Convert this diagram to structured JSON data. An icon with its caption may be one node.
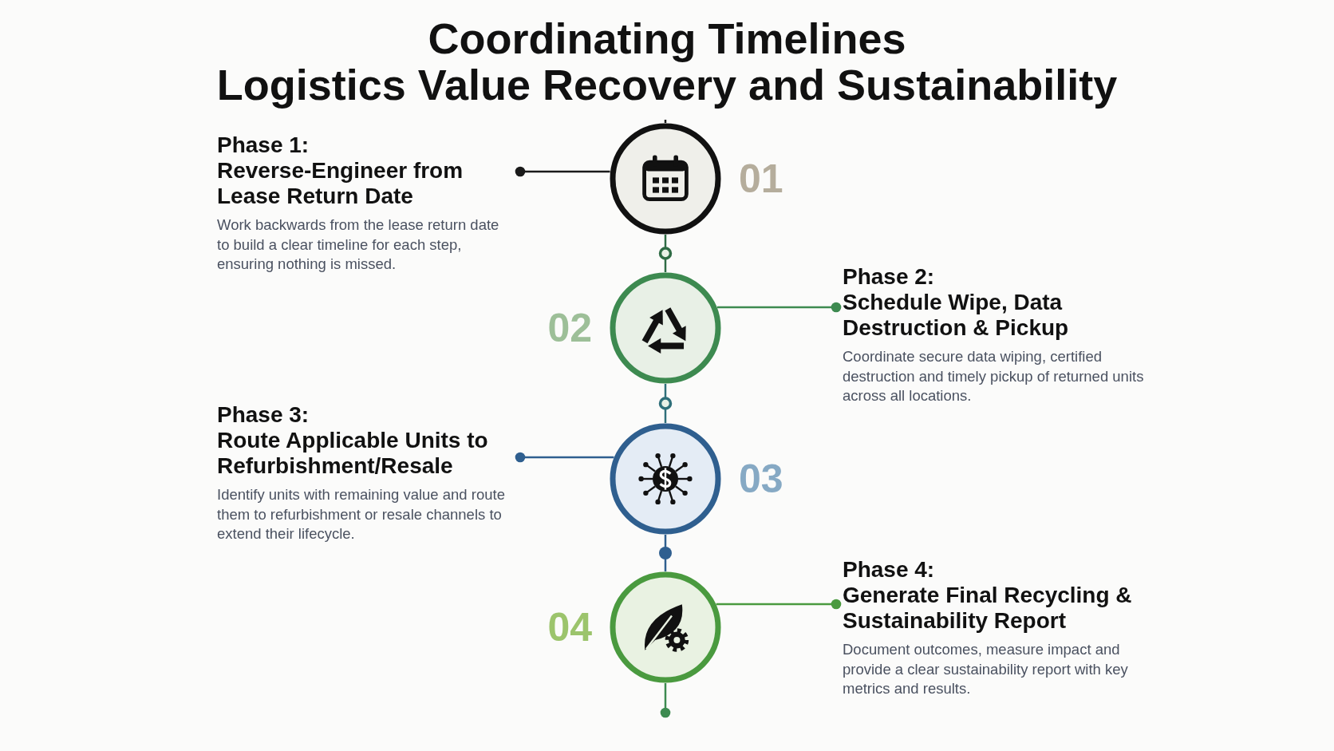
{
  "diagram": {
    "title": "Coordinating Timelines",
    "nodes": [
      {
        "text": [
          "Phase 1:",
          "Reverse-Engineer from Lease Return Date",
          "Work backwards from the lease return date to build a clear timeline for each step, ensuring nothing is missed."
        ]
      },
      {
        "text": [],
        "shape": "circle",
        "beside": [
          "01"
        ]
      },
      {
        "text": [],
        "shape": "circle",
        "beside": [
          "02"
        ]
      },
      {
        "text": [
          "Phase 2:",
          "Schedule Wipe, Data Destruction & Pickup",
          "Coordinate secure data wiping, certified destruction and timely pickup of returned units across all locations."
        ]
      },
      {
        "text": [
          "Phase 3:",
          "Route Applicable Units to Refurbishment/Resale",
          "Identify units with remaining value and route them to refurbishment or resale channels to extend their lifecycle."
        ]
      },
      {
        "text": [],
        "shape": "circle",
        "beside": [
          "03"
        ]
      },
      {
        "text": [],
        "shape": "circle",
        "beside": [
          "04"
        ]
      },
      {
        "text": [
          "Phase 4:",
          "Generate Final Recycling & Sustainability Report",
          "Document outcomes, measure impact and provide a clear sustainability report with key metrics and results."
        ]
      }
    ],
    "edges": [
      {
        "from": 0,
        "to": 1,
        "arrow": "other",
        "color": "#1a1a1a"
      },
      {
        "from": null,
        "to": 1,
        "arrow": "none",
        "color": "#1a1a1a"
      },
      {
        "from": 1,
        "to": 2,
        "arrow": "none",
        "color": "#2f6b45"
      },
      {
        "from": 2,
        "to": 3,
        "arrow": "other",
        "color": "#3d8a50"
      },
      {
        "from": 2,
        "to": 5,
        "arrow": "none",
        "color": "#2f6f7a"
      },
      {
        "from": 4,
        "to": 5,
        "arrow": "other",
        "color": "#2f5f8f"
      },
      {
        "from": 5,
        "to": 6,
        "arrow": "none",
        "color": "#2f5f8f"
      },
      {
        "from": 6,
        "to": 7,
        "arrow": "other",
        "color": "#4a9a3f"
      },
      {
        "from": 6,
        "to": null,
        "arrow": "other",
        "color": "#3d8a50"
      }
    ],
    "labels": [
      "Logistics Value Recovery and Sustainability"
    ]
  }
}
